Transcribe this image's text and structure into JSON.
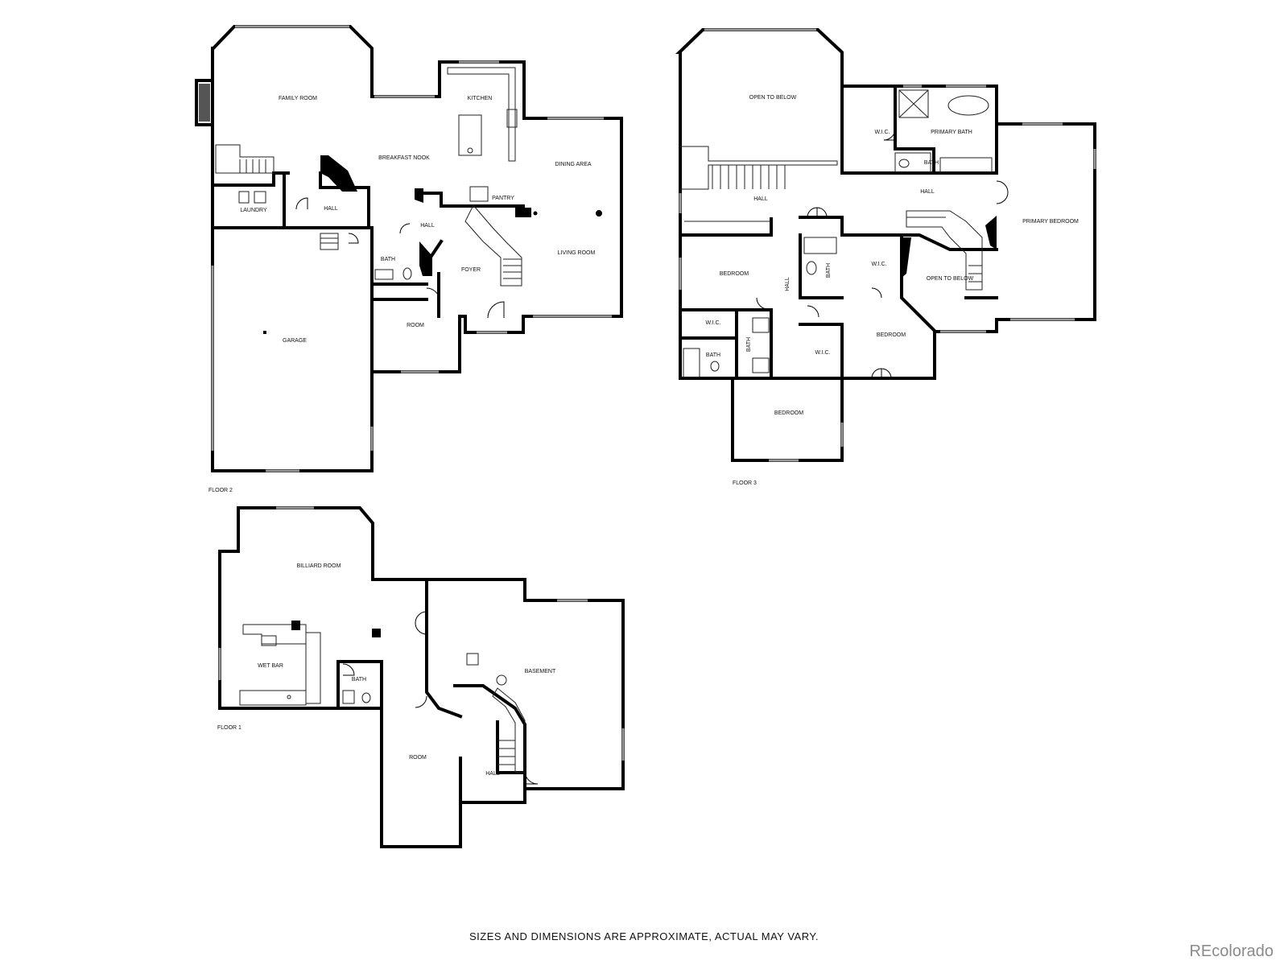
{
  "floors": [
    {
      "id": "floor2",
      "label": "FLOOR 2",
      "rooms": [
        "FAMILY ROOM",
        "KITCHEN",
        "BREAKFAST NOOK",
        "DINING AREA",
        "LAUNDRY",
        "HALL",
        "PANTRY",
        "HALL",
        "BATH",
        "FOYER",
        "LIVING ROOM",
        "ROOM",
        "GARAGE"
      ]
    },
    {
      "id": "floor3",
      "label": "FLOOR 3",
      "rooms": [
        "OPEN TO BELOW",
        "W.I.C.",
        "PRIMARY BATH",
        "BATH",
        "HALL",
        "HALL",
        "PRIMARY BEDROOM",
        "BEDROOM",
        "W.I.C.",
        "BATH",
        "HALL",
        "OPEN TO BELOW",
        "W.I.C.",
        "BATH",
        "BATH",
        "W.I.C.",
        "BEDROOM",
        "BEDROOM"
      ]
    },
    {
      "id": "floor1",
      "label": "FLOOR 1",
      "rooms": [
        "BILLIARD ROOM",
        "WET BAR",
        "BATH",
        "BASEMENT",
        "ROOM",
        "HALL"
      ]
    }
  ],
  "disclaimer": "SIZES AND DIMENSIONS ARE APPROXIMATE, ACTUAL MAY VARY.",
  "brand": "REcolorado",
  "colors": {
    "wall": "#000000",
    "window": "#999999",
    "brand": "#8a8a8a"
  }
}
